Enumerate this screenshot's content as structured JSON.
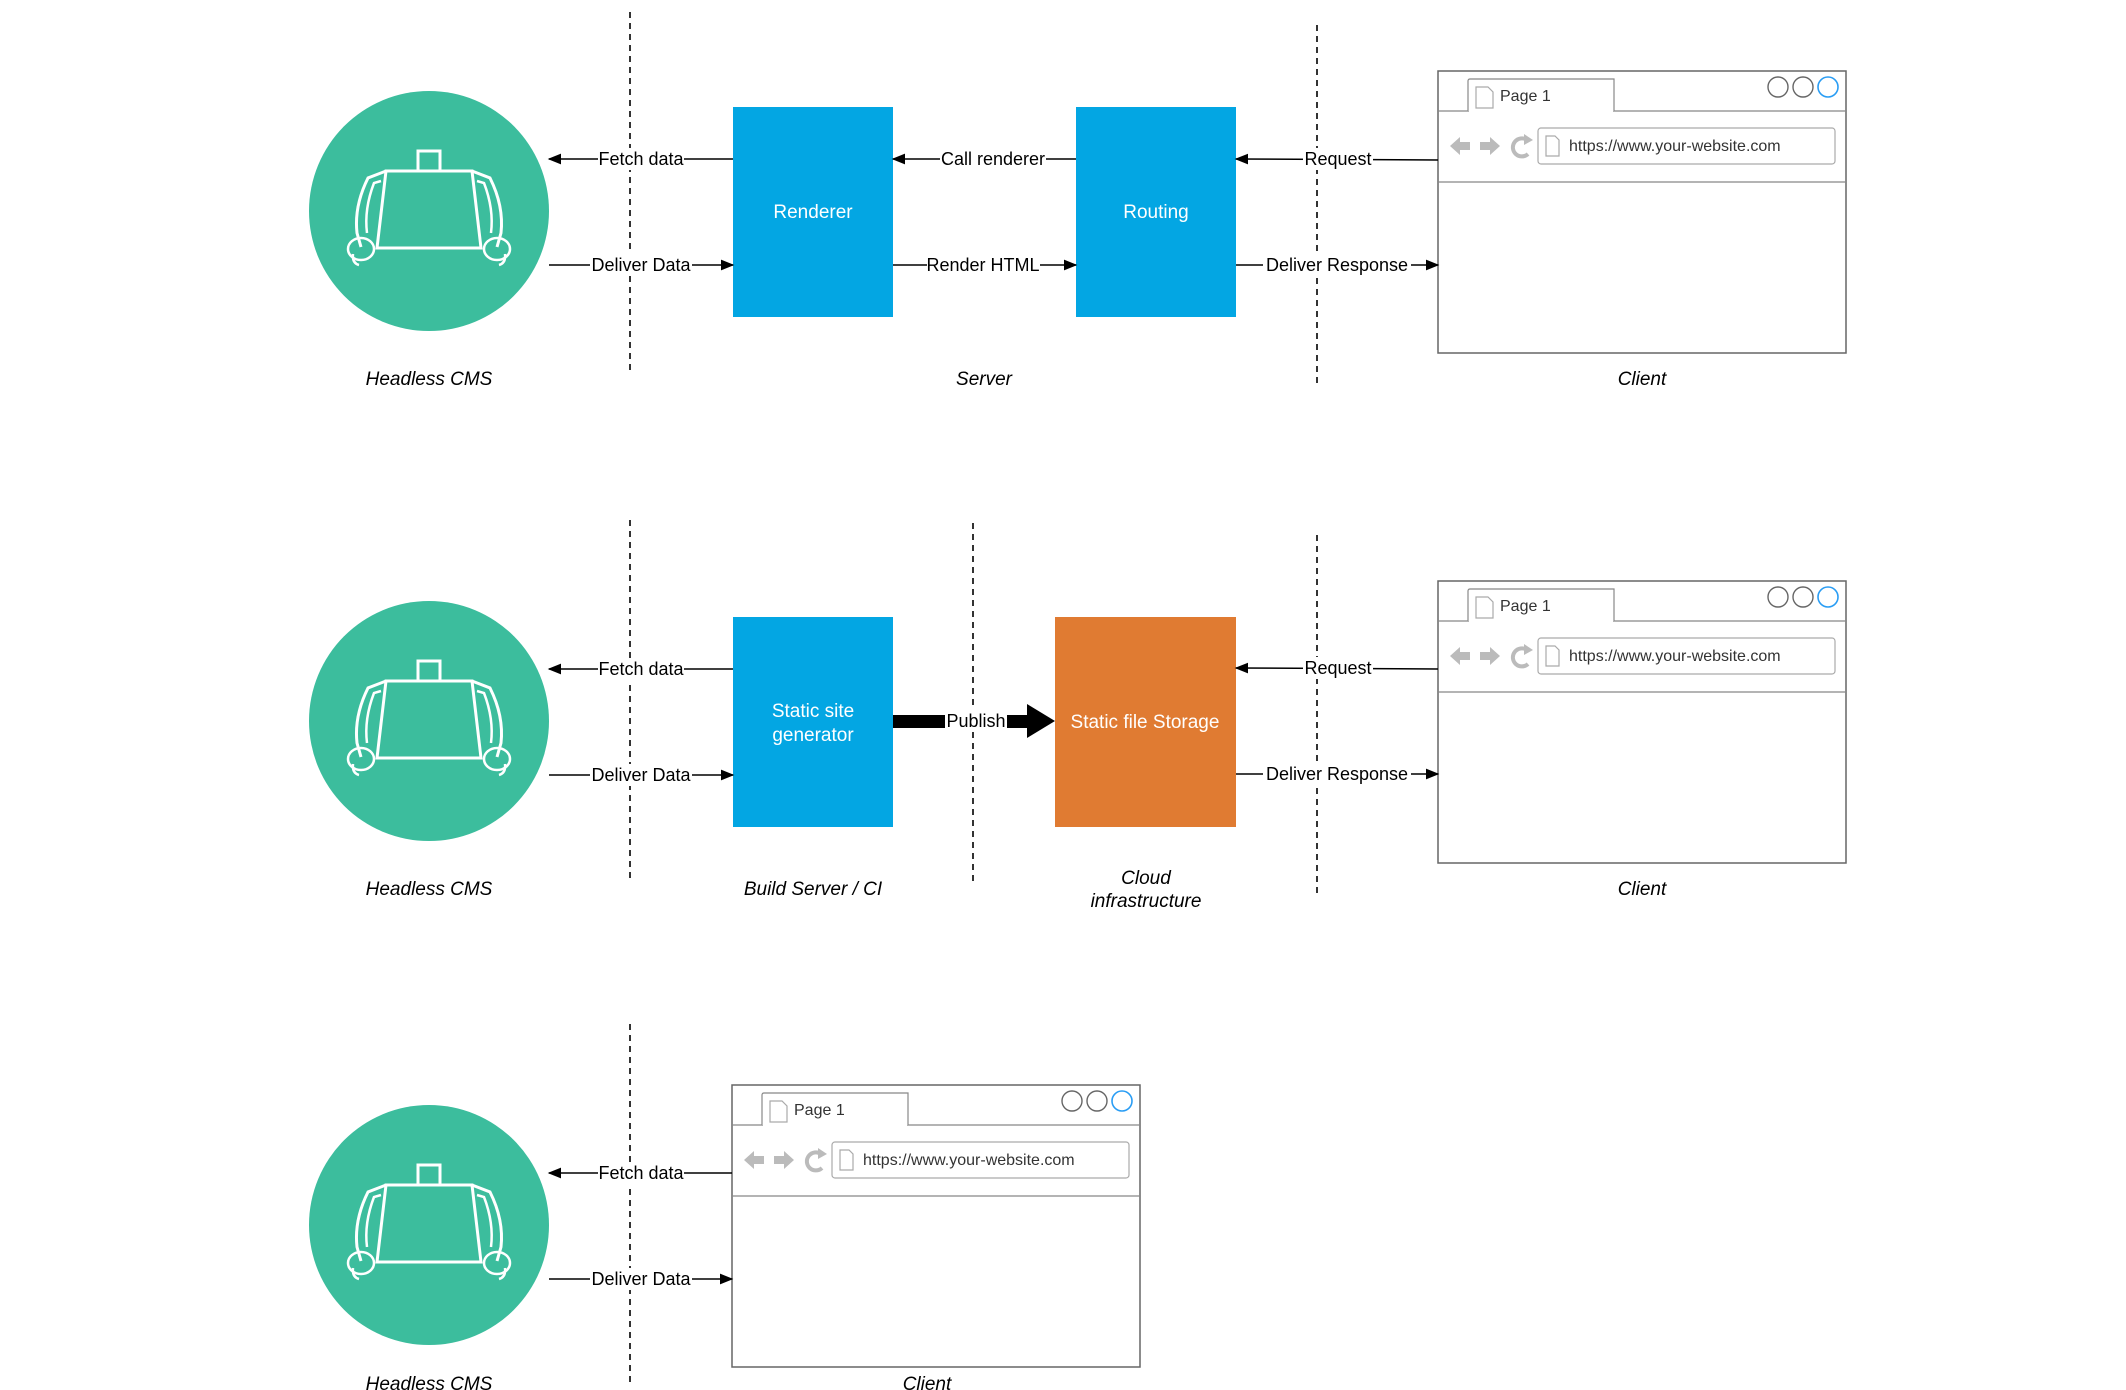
{
  "rows": [
    {
      "cms": {
        "label": "Headless CMS"
      },
      "edges": {
        "fetch": "Fetch data",
        "deliver": "Deliver Data",
        "call": "Call renderer",
        "render": "Render HTML",
        "request": "Request",
        "response": "Deliver Response"
      },
      "boxes": {
        "renderer": "Renderer",
        "routing": "Routing"
      },
      "zones": {
        "server": "Server",
        "client": "Client"
      },
      "browser": {
        "tab": "Page 1",
        "url": "https://www.your-website.com"
      }
    },
    {
      "cms": {
        "label": "Headless CMS"
      },
      "edges": {
        "fetch": "Fetch data",
        "deliver": "Deliver Data",
        "publish": "Publish",
        "request": "Request",
        "response": "Deliver Response"
      },
      "boxes": {
        "ssg_line1": "Static site",
        "ssg_line2": "generator",
        "storage": "Static file Storage"
      },
      "zones": {
        "build": "Build Server / CI",
        "cloud_line1": "Cloud",
        "cloud_line2": "infrastructure",
        "client": "Client"
      },
      "browser": {
        "tab": "Page 1",
        "url": "https://www.your-website.com"
      }
    },
    {
      "cms": {
        "label": "Headless CMS"
      },
      "edges": {
        "fetch": "Fetch data",
        "deliver": "Deliver Data"
      },
      "zones": {
        "client": "Client"
      },
      "browser": {
        "tab": "Page 1",
        "url": "https://www.your-website.com"
      }
    }
  ],
  "colors": {
    "cms": "#3cbd9d",
    "blue_box": "#03a6e3",
    "orange_box": "#e07b32",
    "browser_accent": "#2a9df4"
  },
  "icons": {
    "cms": "robot-torso-icon",
    "back": "arrow-left-icon",
    "forward": "arrow-right-icon",
    "reload": "reload-icon",
    "page": "page-icon"
  }
}
